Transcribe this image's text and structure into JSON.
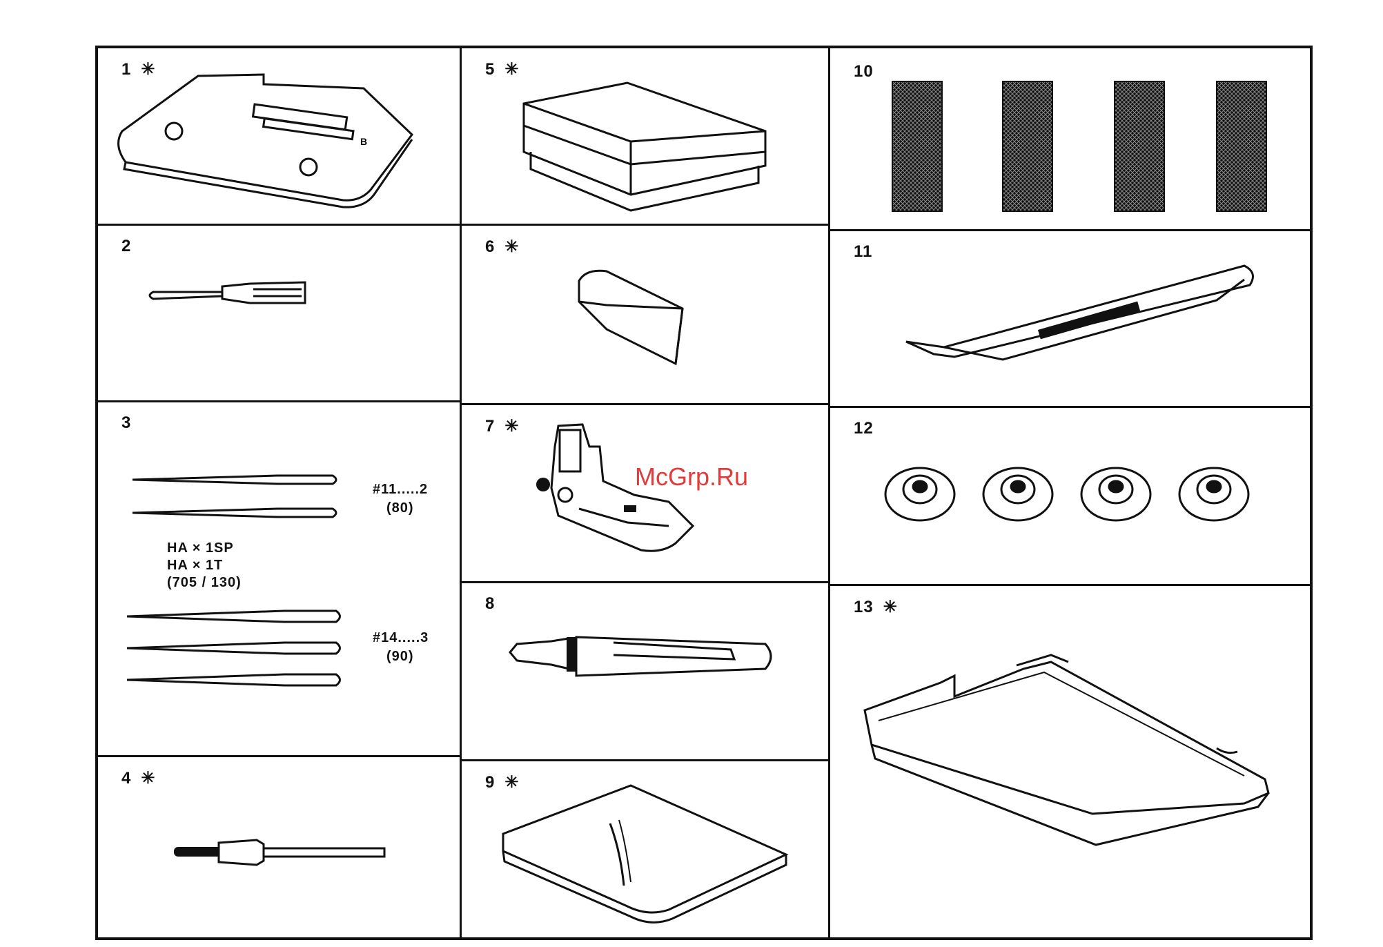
{
  "items": [
    {
      "num": "1",
      "star": "✳"
    },
    {
      "num": "2",
      "star": ""
    },
    {
      "num": "3",
      "star": ""
    },
    {
      "num": "4",
      "star": "✳"
    },
    {
      "num": "5",
      "star": "✳"
    },
    {
      "num": "6",
      "star": "✳"
    },
    {
      "num": "7",
      "star": "✳"
    },
    {
      "num": "8",
      "star": ""
    },
    {
      "num": "9",
      "star": "✳"
    },
    {
      "num": "10",
      "star": ""
    },
    {
      "num": "11",
      "star": ""
    },
    {
      "num": "12",
      "star": ""
    },
    {
      "num": "13",
      "star": "✳"
    }
  ],
  "needles": {
    "size_a": "#11.....2",
    "size_a_metric": "(80)",
    "type_1": "HA × 1SP",
    "type_2": "HA × 1T",
    "type_3": "(705 / 130)",
    "size_b": "#14.....3",
    "size_b_metric": "(90)"
  },
  "watermark": "McGrp.Ru"
}
